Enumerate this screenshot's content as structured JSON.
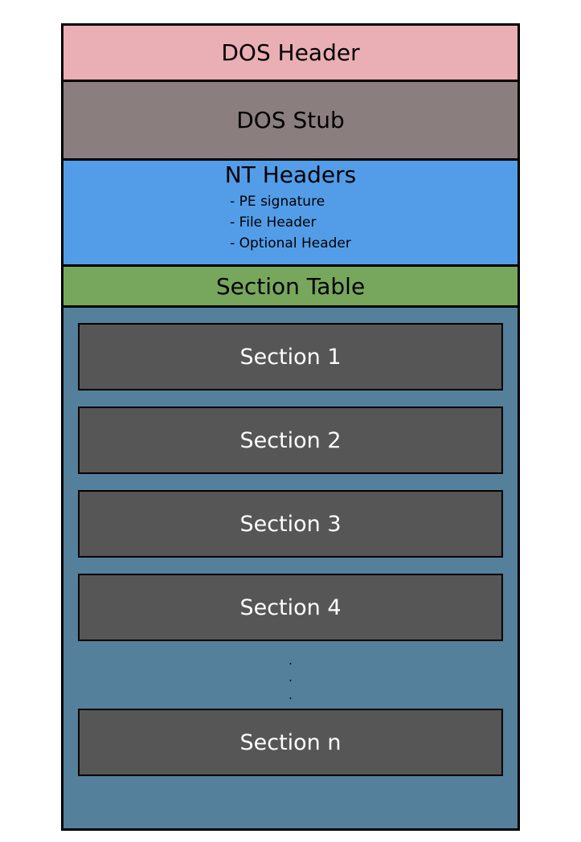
{
  "colors": {
    "dos_header_bg": "#eaafb4",
    "dos_stub_bg": "#8a7e7e",
    "nt_headers_bg": "#539de8",
    "section_table_bg": "#77a75d",
    "sections_area_bg": "#54809b",
    "section_box_bg": "#565656",
    "border": "#000000",
    "section_box_text": "#ffffff",
    "band_text": "#000000"
  },
  "blocks": {
    "dos_header": {
      "label": "DOS Header"
    },
    "dos_stub": {
      "label": "DOS Stub"
    },
    "nt_headers": {
      "label": "NT Headers",
      "items": [
        "- PE signature",
        "- File Header",
        "- Optional Header"
      ]
    },
    "section_table": {
      "label": "Section Table"
    },
    "sections": {
      "boxes": [
        "Section 1",
        "Section 2",
        "Section 3",
        "Section 4"
      ],
      "ellipsis": [
        ".",
        ".",
        "."
      ],
      "last_box": "Section n"
    }
  }
}
